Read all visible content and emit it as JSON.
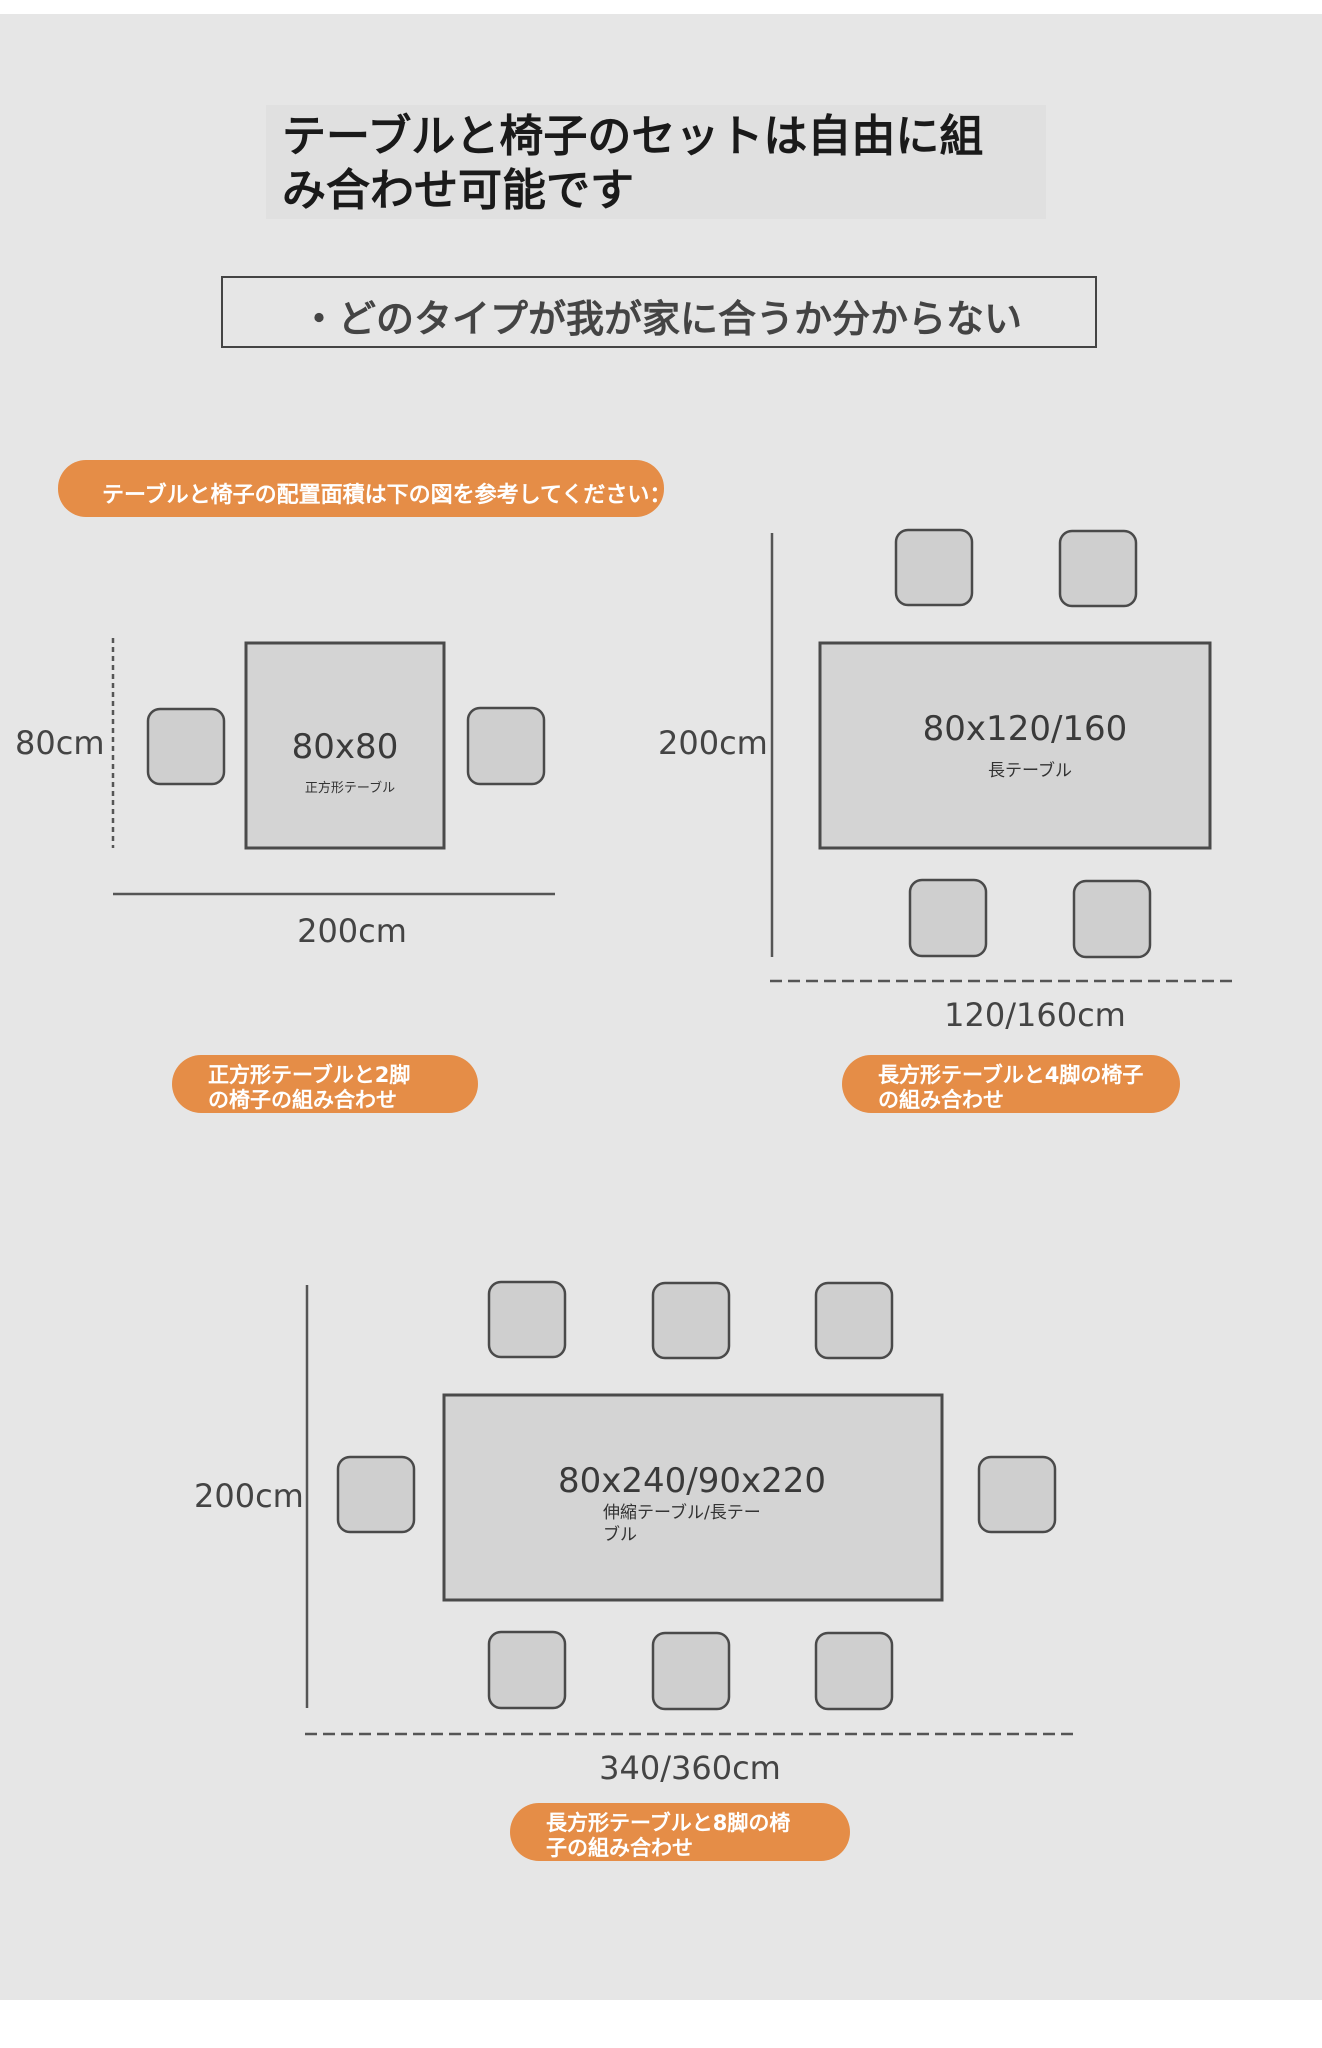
{
  "header": {
    "title_line1": "テーブルと椅子のセットは自由に組",
    "title_line2": "み合わせ可能です",
    "subtitle": "・どのタイプが我が家に合うか分からない"
  },
  "reference_note": "テーブルと椅子の配置面積は下の図を参考してください：",
  "layouts": [
    {
      "table_size": "80x80",
      "table_type": "正方形テーブル",
      "height_dim": "80cm",
      "width_dim": "200cm",
      "chairs": 2,
      "caption_line1": "正方形テーブルと2脚",
      "caption_line2": "の椅子の組み合わせ"
    },
    {
      "table_size": "80x120/160",
      "table_type": "長テーブル",
      "height_dim": "200cm",
      "width_dim": "120/160cm",
      "chairs": 4,
      "caption_line1": "長方形テーブルと4脚の椅子",
      "caption_line2": "の組み合わせ"
    },
    {
      "table_size": "80x240/90x220",
      "table_type_line1": "伸縮テーブル/長テー",
      "table_type_line2": "ブル",
      "height_dim": "200cm",
      "width_dim": "340/360cm",
      "chairs": 8,
      "caption_line1": "長方形テーブルと8脚の椅",
      "caption_line2": "子の組み合わせ"
    }
  ],
  "colors": {
    "background": "#e6e6e6",
    "accent_pill": "#e58d47",
    "table_fill": "#d4d4d4",
    "chair_fill": "#cfcfcf",
    "outline": "#4a4a4a"
  }
}
